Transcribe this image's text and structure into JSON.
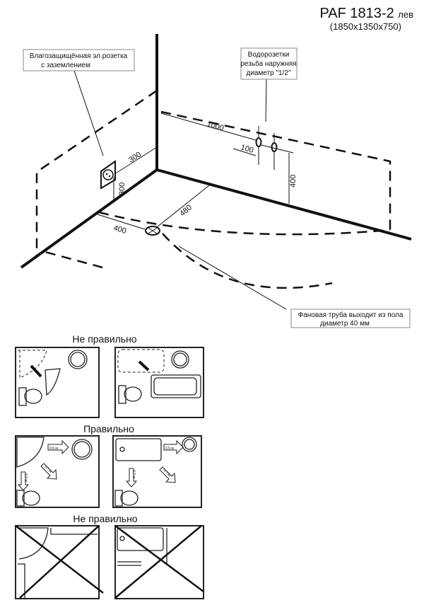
{
  "header": {
    "model": "PAF 1813-2",
    "side": "лев",
    "dimensions": "(1850x1350x750)"
  },
  "callouts": {
    "socket": [
      "Влагозащищённая эл.розетка",
      "с заземлением"
    ],
    "water": [
      "Водорозетки",
      "резьба наружняя",
      "диаметр \"1/2\""
    ],
    "drain": [
      "Фановая труба выходит из пола",
      "диаметр 40 мм"
    ]
  },
  "dimensions": {
    "d1000": "1000",
    "d100": "100",
    "d400v": "400",
    "d300h": "300",
    "d300v": "300",
    "d480": "480",
    "d400": "400"
  },
  "sections": {
    "wrong1": "Не правильно",
    "right": "Правильно",
    "wrong2": "Не правильно"
  },
  "distance_labels": {
    "d05": "0.5 м",
    "d07": "0.7 м"
  }
}
